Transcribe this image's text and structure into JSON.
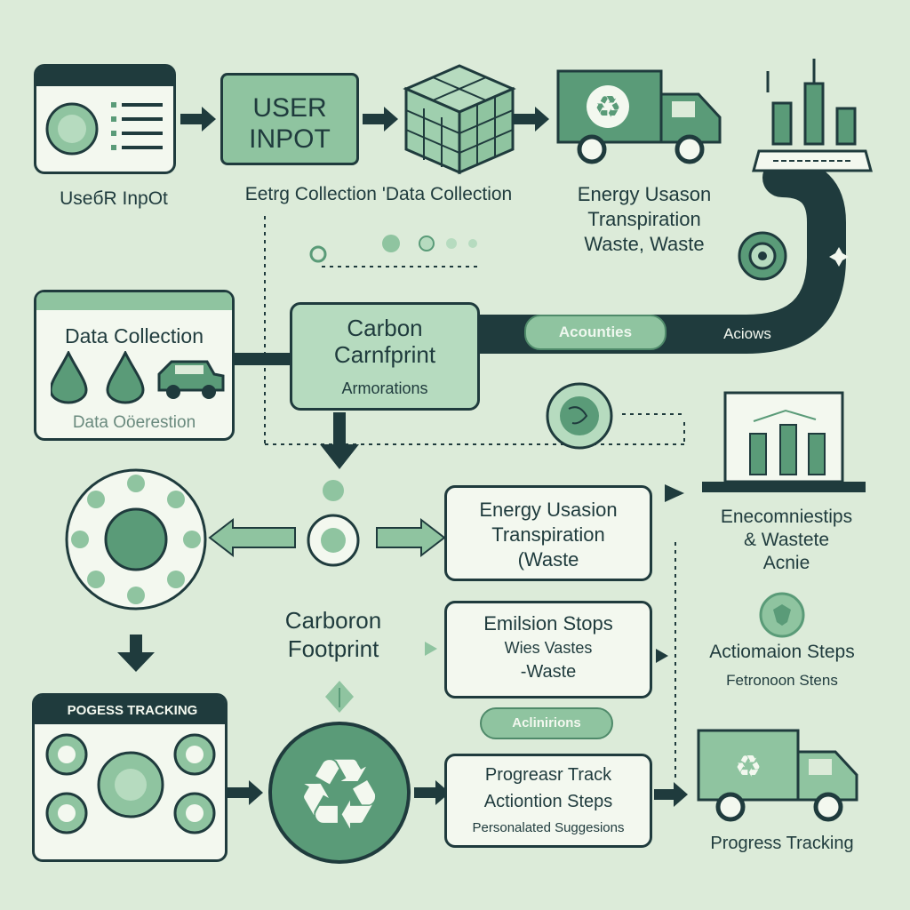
{
  "colors": {
    "background": "#dcebd9",
    "dark": "#1f3b3d",
    "green": "#8fc4a0",
    "light": "#f3f8ef"
  },
  "top_row": {
    "user_input_box": "USER INPOT",
    "user_input_caption": "UseбR InpOt",
    "collection_caption": "Eetrg Collection 'Data Collection",
    "energy_caption": [
      "Energy Usason",
      "Transpiration",
      "Waste, Waste"
    ]
  },
  "data_collection_panel": {
    "title": "Data Collection",
    "footer": "Data Oöerestion"
  },
  "carbon_box": {
    "title_line1": "Carbon",
    "title_line2": "Carnfprint",
    "subtitle": "Armorations"
  },
  "road_labels": {
    "activities": "Acounties",
    "actions": "Aciows"
  },
  "middle": {
    "energy_box": [
      "Energy Usasion",
      "Transpiration",
      "(Waste"
    ],
    "carbon_footprint": [
      "Carboron",
      "Footprint"
    ],
    "emission_box": [
      "Emilsion Stops",
      "Wies Vastes",
      "-Waste"
    ],
    "pill": "Aclinirions"
  },
  "right_column": {
    "caption1": [
      "Enecomniestips",
      "& Wastete",
      "Acnie"
    ],
    "caption2": [
      "Actiomaion Steps",
      "Fetronoon Stens"
    ],
    "truck_caption": "Progress Tracking"
  },
  "progress_panel": {
    "title": "POGESS TRACKING"
  },
  "bottom_box": [
    "Progreasr Track",
    "Actiontion Steps",
    "Personalated Suggesions"
  ],
  "icons": [
    "browser-window-icon",
    "cube-icon",
    "recycle-truck-icon",
    "bar-chart-icon",
    "water-drop-icon",
    "car-icon",
    "recycle-icon",
    "laptop-chart-icon",
    "cycle-ring-icon"
  ]
}
